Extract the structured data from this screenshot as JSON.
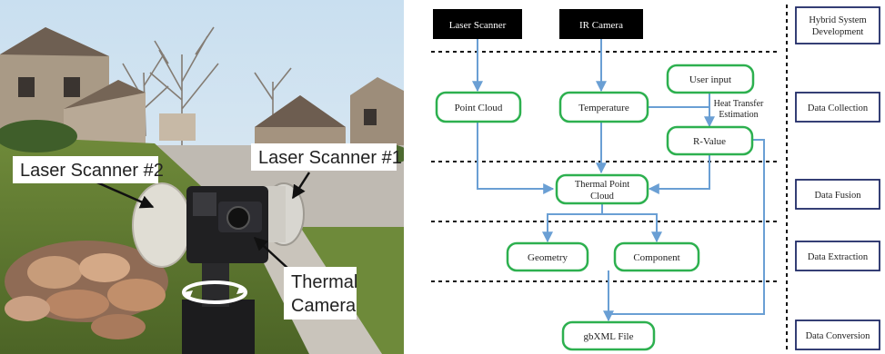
{
  "photo": {
    "callouts": {
      "laser_scanner_2": "Laser Scanner #2",
      "laser_scanner_1": "Laser Scanner #1",
      "thermal_line1": "Thermal",
      "thermal_line2": "Camera"
    }
  },
  "diagram": {
    "sources": {
      "laser_scanner": "Laser Scanner",
      "ir_camera": "IR Camera"
    },
    "nodes": {
      "point_cloud": "Point Cloud",
      "temperature": "Temperature",
      "user_input": "User input",
      "r_value": "R-Value",
      "thermal_point_cloud_line1": "Thermal Point",
      "thermal_point_cloud_line2": "Cloud",
      "geometry": "Geometry",
      "component": "Component",
      "gbxml_file": "gbXML File"
    },
    "edge_label": {
      "line1": "Heat Transfer",
      "line2": "Estimation"
    },
    "stages": {
      "hybrid_line1": "Hybrid System",
      "hybrid_line2": "Development",
      "collection": "Data Collection",
      "fusion": "Data Fusion",
      "extraction": "Data Extraction",
      "conversion": "Data Conversion"
    },
    "colors": {
      "node_border": "#2db04f",
      "arrow": "#6a9fd4",
      "stage_border": "#1f2a66",
      "source_fill": "#000000"
    }
  }
}
